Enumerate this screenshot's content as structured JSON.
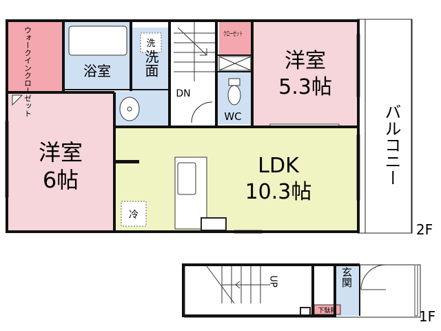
{
  "colors": {
    "bedroom": "#f6d6da",
    "bath": "#cfe0f3",
    "ldk": "#f0f4c3",
    "closet": "#f4a7ae",
    "white": "#ffffff",
    "wall": "#111111"
  },
  "rooms": {
    "walk_in_closet": "ウォークインクローゼット",
    "bath_label": "浴室",
    "washroom_label": "洗面",
    "washer_label": "洗",
    "stairs_dn": "DN",
    "closet_small": "クローゼット",
    "wc_label": "WC",
    "western_room_a_name": "洋室",
    "western_room_a_size": "5.3帖",
    "western_room_b_name": "洋室",
    "western_room_b_size": "6帖",
    "ldk_name": "LDK",
    "ldk_size": "10.3帖",
    "fridge_label": "冷",
    "balcony_label": "バルコニー",
    "floor_2f": "2F"
  },
  "first_floor": {
    "stairs_up": "UP",
    "entrance_label": "玄関",
    "shoe_box_label": "下駄箱",
    "floor_1f": "1F"
  }
}
